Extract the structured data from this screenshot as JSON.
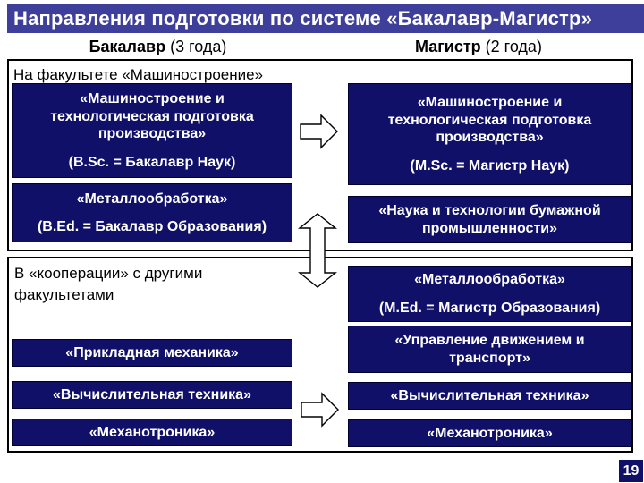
{
  "page": {
    "title": "Направления подготовки по системе «Бакалавр-Магистр»",
    "page_number": "19"
  },
  "columns": {
    "left_header_bold": "Бакалавр",
    "left_header_rest": " (3 года)",
    "right_header_bold": "Магистр",
    "right_header_rest": " (2 года)"
  },
  "sections": {
    "faculty_label": "На факультете «Машиностроение»",
    "cooperation_label": "В «кооперации» с другими\nфакультетами"
  },
  "boxes": {
    "l1_main": "«Машиностроение и\nтехнологическая подготовка\nпроизводства»",
    "l1_sub": "(B.Sc. = Бакалавр Наук)",
    "r1_main": "«Машиностроение и\nтехнологическая подготовка\nпроизводства»",
    "r1_sub": "(M.Sc. = Магистр Наук)",
    "l2_main": "«Металлообработка»",
    "l2_sub": "(B.Ed. = Бакалавр Образования)",
    "r2_main": "«Наука и технологии бумажной\nпромышленности»",
    "r3_main": "«Металлообработка»",
    "r3_sub": "(M.Ed. = Магистр Образования)",
    "r4_main": "«Управление движением и\nтранспорт»",
    "l3_main": "«Прикладная механика»",
    "l4_main": "«Вычислительная техника»",
    "r5_main": "«Вычислительная техника»",
    "l5_main": "«Механотроника»",
    "r6_main": "«Механотроника»"
  },
  "icons": {
    "arrow_right": "block-arrow-right",
    "arrow_double_vertical": "block-arrow-vertical-double"
  },
  "colors": {
    "title_bar": "#3E3E9B",
    "box_navy": "#101068",
    "border": "#000000",
    "text_on_navy": "#FFFFFF"
  }
}
